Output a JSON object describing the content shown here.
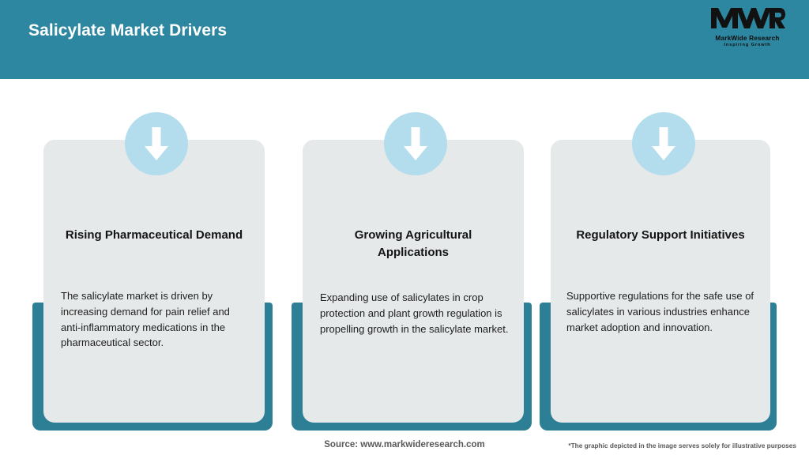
{
  "header": {
    "title": "Salicylate Market Drivers",
    "bg_color": "#2e87a0",
    "logo": {
      "mark": "MWR",
      "name": "MarkWide Research",
      "tagline": "Inspiring Growth"
    }
  },
  "cards": [
    {
      "icon": "arrow-down-icon",
      "title": "Rising Pharmaceutical Demand",
      "body": "The salicylate market is driven by increasing demand for pain relief and anti-inflammatory medications in the pharmaceutical sector."
    },
    {
      "icon": "arrow-down-icon",
      "title": "Growing Agricultural Applications",
      "body": "Expanding use of salicylates in crop protection and plant growth regulation is propelling growth in the salicylate market."
    },
    {
      "icon": "arrow-down-icon",
      "title": "Regulatory Support Initiatives",
      "body": "Supportive regulations for the safe use of salicylates in various industries enhance market adoption and innovation."
    }
  ],
  "footer": {
    "source": "Source: www.markwideresearch.com",
    "disclaimer": "*The graphic depicted in the image serves solely for illustrative purposes"
  },
  "colors": {
    "header_teal": "#2e87a0",
    "accent_teal": "#2d7f96",
    "card_gray": "#e6e9ea",
    "icon_circle_blue": "#b3dded",
    "arrow_white": "#ffffff",
    "footer_text": "#58595b"
  }
}
